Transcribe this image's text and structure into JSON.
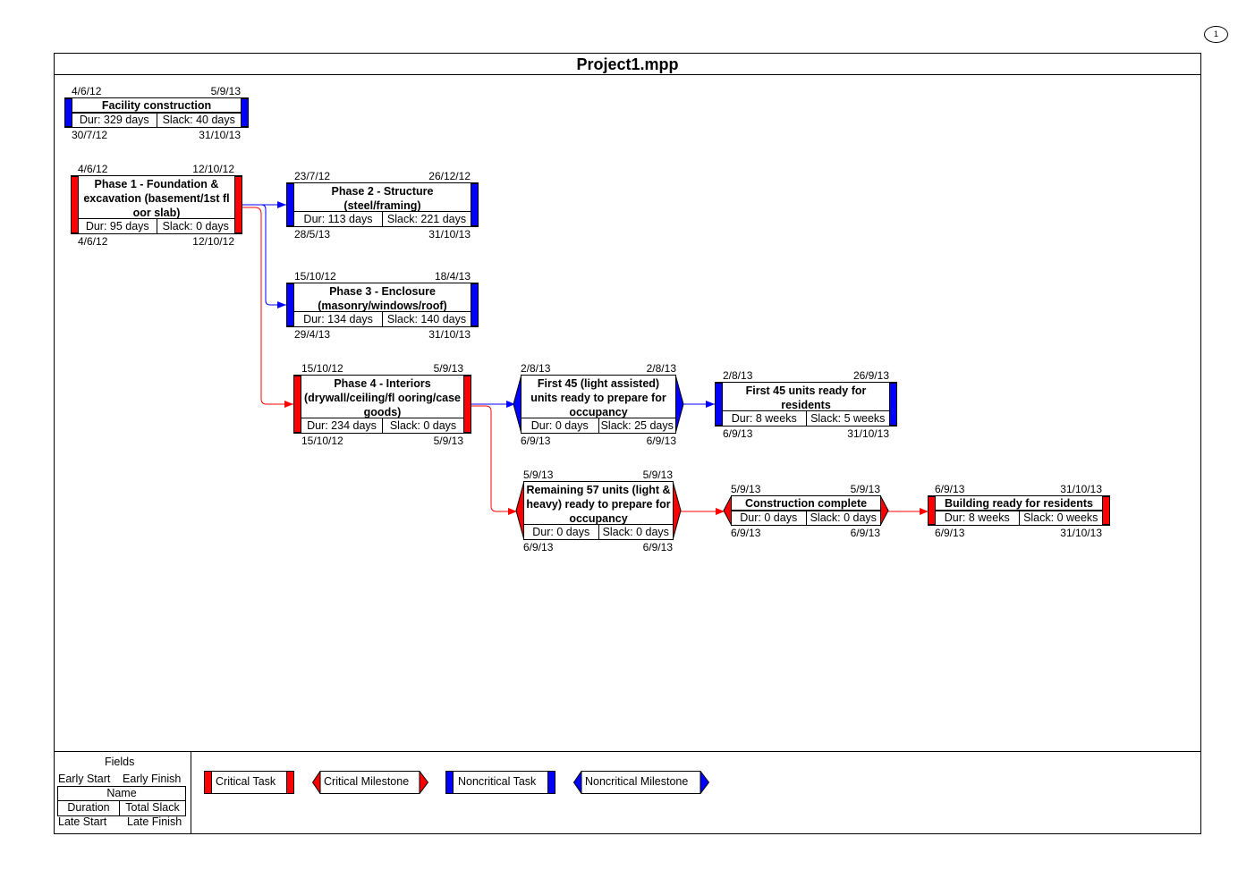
{
  "page_number": "1",
  "title": "Project1.mpp",
  "colors": {
    "critical": "#ff0000",
    "noncritical": "#0000ff"
  },
  "nodes": {
    "facility": {
      "name": "Facility construction",
      "early_start": "4/6/12",
      "early_finish": "5/9/13",
      "late_start": "30/7/12",
      "late_finish": "31/10/13",
      "duration": "Dur: 329 days",
      "slack": "Slack: 40 days",
      "type": "noncritical-task"
    },
    "phase1": {
      "name": "Phase 1 - Foundation & excavation (basement/1st fl oor slab)",
      "early_start": "4/6/12",
      "early_finish": "12/10/12",
      "late_start": "4/6/12",
      "late_finish": "12/10/12",
      "duration": "Dur: 95 days",
      "slack": "Slack: 0 days",
      "type": "critical-task"
    },
    "phase2": {
      "name": "Phase 2 - Structure (steel/framing)",
      "early_start": "23/7/12",
      "early_finish": "26/12/12",
      "late_start": "28/5/13",
      "late_finish": "31/10/13",
      "duration": "Dur: 113 days",
      "slack": "Slack: 221 days",
      "type": "noncritical-task"
    },
    "phase3": {
      "name": "Phase 3 - Enclosure (masonry/windows/roof)",
      "early_start": "15/10/12",
      "early_finish": "18/4/13",
      "late_start": "29/4/13",
      "late_finish": "31/10/13",
      "duration": "Dur: 134 days",
      "slack": "Slack: 140 days",
      "type": "noncritical-task"
    },
    "phase4": {
      "name": "Phase 4 - Interiors (drywall/ceiling/fl ooring/case goods)",
      "early_start": "15/10/12",
      "early_finish": "5/9/13",
      "late_start": "15/10/12",
      "late_finish": "5/9/13",
      "duration": "Dur: 234 days",
      "slack": "Slack: 0 days",
      "type": "critical-task"
    },
    "first45": {
      "name": "First 45 (light assisted) units ready to prepare for occupancy",
      "early_start": "2/8/13",
      "early_finish": "2/8/13",
      "late_start": "6/9/13",
      "late_finish": "6/9/13",
      "duration": "Dur: 0 days",
      "slack": "Slack: 25 days",
      "type": "noncritical-milestone"
    },
    "first45res": {
      "name": "First 45 units ready for residents",
      "early_start": "2/8/13",
      "early_finish": "26/9/13",
      "late_start": "6/9/13",
      "late_finish": "31/10/13",
      "duration": "Dur: 8 weeks",
      "slack": "Slack: 5 weeks",
      "type": "noncritical-task"
    },
    "remaining57": {
      "name": "Remaining 57 units (light & heavy) ready to prepare for occupancy",
      "early_start": "5/9/13",
      "early_finish": "5/9/13",
      "late_start": "6/9/13",
      "late_finish": "6/9/13",
      "duration": "Dur: 0 days",
      "slack": "Slack: 0 days",
      "type": "critical-milestone"
    },
    "complete": {
      "name": "Construction complete",
      "early_start": "5/9/13",
      "early_finish": "5/9/13",
      "late_start": "6/9/13",
      "late_finish": "6/9/13",
      "duration": "Dur: 0 days",
      "slack": "Slack: 0 days",
      "type": "critical-milestone"
    },
    "ready": {
      "name": "Building ready for residents",
      "early_start": "6/9/13",
      "early_finish": "31/10/13",
      "late_start": "6/9/13",
      "late_finish": "31/10/13",
      "duration": "Dur: 8 weeks",
      "slack": "Slack: 0 weeks",
      "type": "critical-task"
    }
  },
  "legend": {
    "fields_title": "Fields",
    "early_start": "Early Start",
    "early_finish": "Early Finish",
    "name": "Name",
    "duration": "Duration",
    "total_slack": "Total Slack",
    "late_start": "Late Start",
    "late_finish": "Late Finish",
    "critical_task": "Critical Task",
    "critical_milestone": "Critical Milestone",
    "noncritical_task": "Noncritical Task",
    "noncritical_milestone": "Noncritical Milestone"
  }
}
